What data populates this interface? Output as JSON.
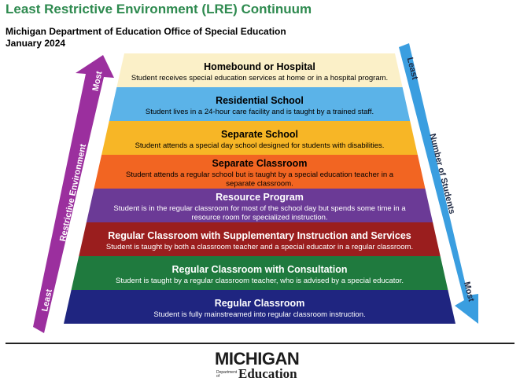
{
  "header": {
    "title": "Least Restrictive Environment (LRE) Continuum",
    "subtitle_line1": "Michigan Department of Education Office of Special Education",
    "subtitle_line2": "January 2024"
  },
  "left_arrow": {
    "label": "Restrictive Environment",
    "top_label": "Most",
    "bottom_label": "Least",
    "color": "#9b2f9e"
  },
  "right_arrow": {
    "label": "Number of Students",
    "top_label": "Least",
    "bottom_label": "Most",
    "color": "#3a9ee0"
  },
  "levels": [
    {
      "title": "Homebound or Hospital",
      "desc": [
        "Student receives special education services at home or in a hospital program."
      ],
      "color": "#fbf0c8",
      "text": "#000000"
    },
    {
      "title": "Residential School",
      "desc": [
        "Student lives in a 24-hour care facility and is taught by a trained staff."
      ],
      "color": "#5bb3e8",
      "text": "#000000"
    },
    {
      "title": "Separate School",
      "desc": [
        "Student attends a special day school designed for students with disabilities."
      ],
      "color": "#f7b626",
      "text": "#000000"
    },
    {
      "title": "Separate Classroom",
      "desc": [
        "Student attends a regular school but is taught by a special education teacher in a",
        "separate classroom."
      ],
      "color": "#f26522",
      "text": "#000000"
    },
    {
      "title": "Resource Program",
      "desc": [
        "Student is in the regular classroom for most of the school day but spends some time in a",
        "resource room for specialized instruction."
      ],
      "color": "#6b3a96",
      "text": "#ffffff"
    },
    {
      "title": "Regular Classroom with Supplementary Instruction and Services",
      "desc": [
        "Student is taught by both a classroom teacher and a special educator in a regular classroom."
      ],
      "color": "#9a1e1e",
      "text": "#ffffff"
    },
    {
      "title": "Regular Classroom with Consultation",
      "desc": [
        "Student is taught by a regular classroom teacher, who is advised by a special educator."
      ],
      "color": "#1f7a3e",
      "text": "#ffffff"
    },
    {
      "title": "Regular Classroom",
      "desc": [
        "Student is fully mainstreamed into regular classroom instruction."
      ],
      "color": "#1f2580",
      "text": "#ffffff"
    }
  ],
  "footer": {
    "logo_main": "MICHIGAN",
    "logo_dept": "Department of",
    "logo_edu": "Education"
  }
}
